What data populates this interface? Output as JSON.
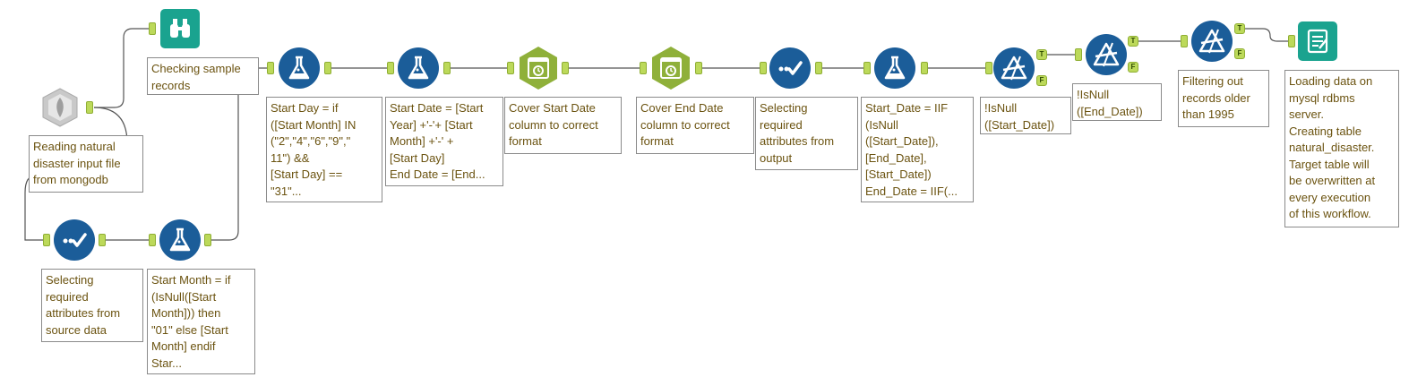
{
  "workflow": {
    "tools": [
      {
        "id": "input",
        "icon": "mongodb-input-icon",
        "annotation": "Reading natural\ndisaster input file\nfrom mongodb"
      },
      {
        "id": "browse",
        "icon": "binoculars-icon",
        "annotation": "Checking sample\nrecords"
      },
      {
        "id": "select1",
        "icon": "select-icon",
        "annotation": "Selecting\nrequired\nattributes from\nsource data"
      },
      {
        "id": "formula1",
        "icon": "formula-icon",
        "annotation": "Start Month = if\n(IsNull([Start\nMonth])) then\n\"01\" else [Start\nMonth] endif\nStar..."
      },
      {
        "id": "formula2",
        "icon": "formula-icon",
        "annotation": "Start Day = if\n([Start Month] IN\n(\"2\",\"4\",\"6\",\"9\",\"\n11\") &&\n[Start Day] ==\n\"31\"..."
      },
      {
        "id": "formula3",
        "icon": "formula-icon",
        "annotation": "Start Date = [Start\nYear] +'-'+ [Start\nMonth] +'-' +\n[Start Day]\nEnd Date = [End..."
      },
      {
        "id": "datetime1",
        "icon": "datetime-icon",
        "annotation": "Cover Start Date\ncolumn to correct\nformat"
      },
      {
        "id": "datetime2",
        "icon": "datetime-icon",
        "annotation": "Cover End Date\ncolumn to correct\nformat"
      },
      {
        "id": "select2",
        "icon": "select-icon",
        "annotation": "Selecting\nrequired\nattributes from\noutput"
      },
      {
        "id": "formula4",
        "icon": "formula-icon",
        "annotation": "Start_Date = IIF\n(IsNull\n([Start_Date]),\n[End_Date],\n[Start_Date])\nEnd_Date = IIF(..."
      },
      {
        "id": "filter1",
        "icon": "filter-icon",
        "annotation": "!IsNull\n([Start_Date])"
      },
      {
        "id": "filter2",
        "icon": "filter-icon",
        "annotation": "!IsNull\n([End_Date])"
      },
      {
        "id": "filter3",
        "icon": "filter-icon",
        "annotation": "Filtering out\nrecords older\nthan 1995"
      },
      {
        "id": "output",
        "icon": "output-icon",
        "annotation": "Loading data on\nmysql rdbms\nserver.\nCreating table\nnatural_disaster.\nTarget table will\nbe overwritten at\nevery execution\nof this workflow."
      }
    ],
    "anchor_labels": {
      "true": "T",
      "false": "F"
    },
    "colors": {
      "tool_blue": "#1b5d99",
      "datetime_green": "#8fb03a",
      "output_teal": "#1aa38f",
      "anchor_green": "#bcd95a",
      "connector": "#555555",
      "annotation_text": "#6b5310"
    }
  }
}
